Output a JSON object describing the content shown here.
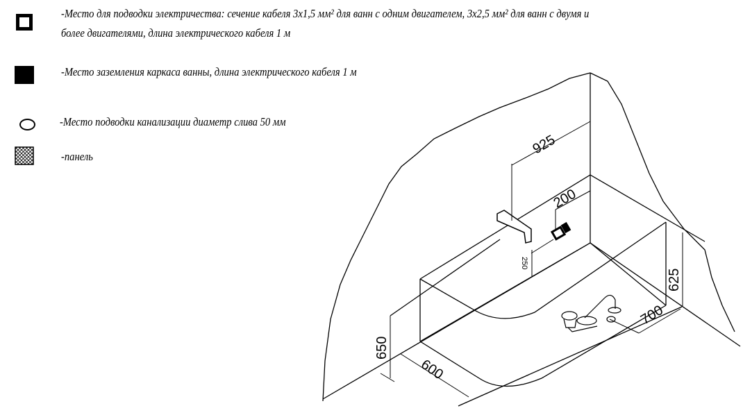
{
  "legend": [
    {
      "icon": "hollow-square-icon",
      "line1": "-Место для подводки электричества: сечение кабеля 3х1,5 мм² для ванн с одним двигателем, 3х2,5 мм² для ванн с двумя и",
      "line2": "более двигателями, длина электрического кабеля 1 м"
    },
    {
      "icon": "filled-square-icon",
      "line1": "-Место заземления каркаса ванны, длина электрического кабеля 1 м"
    },
    {
      "icon": "ellipse-icon",
      "line1": "-Место подводки канализации диаметр слива 50 мм"
    },
    {
      "icon": "hatched-square-icon",
      "line1": "-панель"
    }
  ],
  "dimensions": {
    "d925": "925",
    "d200": "200",
    "d250": "250",
    "d650": "650",
    "d600": "600",
    "d625": "625",
    "d700": "700"
  }
}
